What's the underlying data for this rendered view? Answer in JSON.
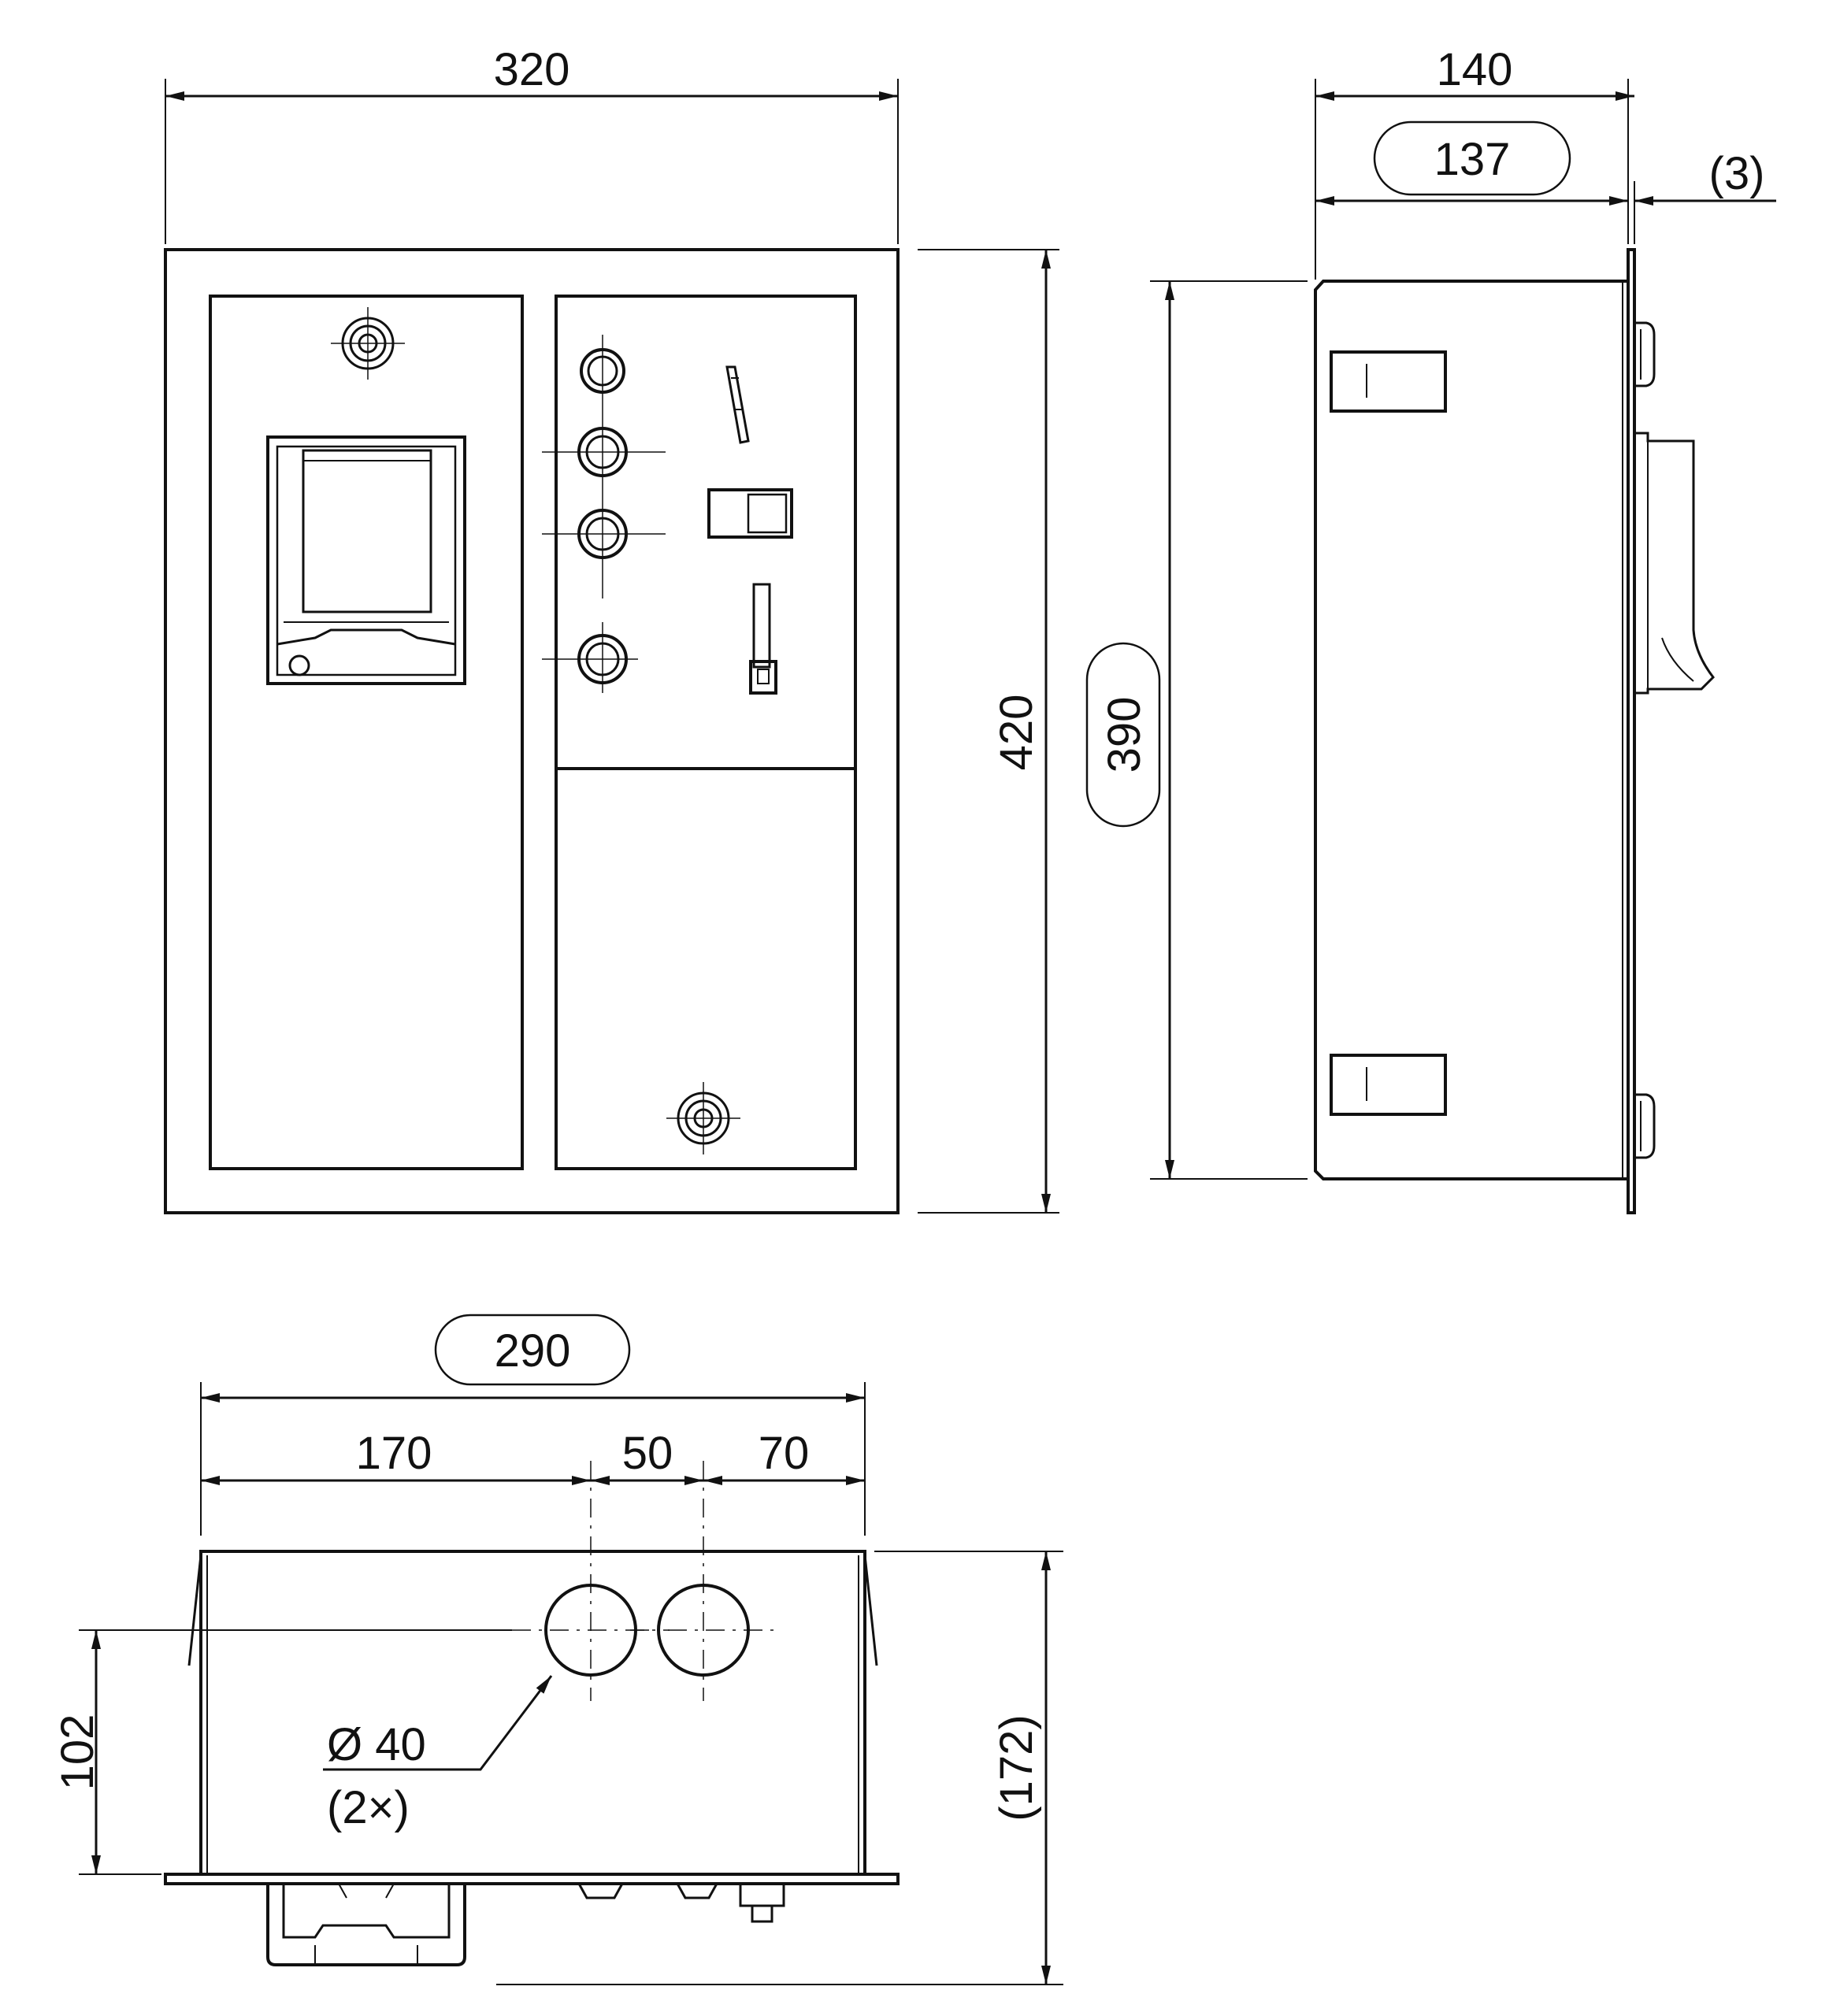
{
  "dimensions": {
    "front_width": "320",
    "front_height": "420",
    "side_width": "140",
    "side_depth_boxed": "137",
    "side_flange": "(3)",
    "side_height_boxed": "390",
    "bottom_total_boxed": "290",
    "bottom_seg1": "170",
    "bottom_seg2": "50",
    "bottom_seg3": "70",
    "bottom_hole_offset": "102",
    "bottom_height": "(172)",
    "hole_diameter": "Ø 40",
    "hole_count": "(2×)"
  },
  "colors": {
    "line": "#111111",
    "background": "#ffffff"
  }
}
